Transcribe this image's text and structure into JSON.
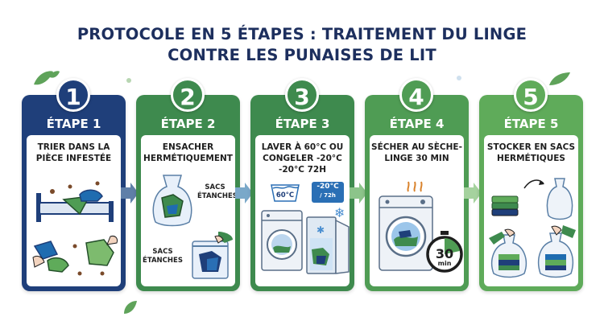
{
  "title": {
    "line1": "PROTOCOLE EN 5 ÉTAPES : TRAITEMENT DU LINGE",
    "line2": "CONTRE LES PUNAISES DE LIT"
  },
  "steps": [
    {
      "number": "1",
      "label": "ÉTAPE 1",
      "text": "TRIER DANS LA PIÈCE INFESTÉE",
      "color": "#1f3f7a"
    },
    {
      "number": "2",
      "label": "ÉTAPE 2",
      "text": "ENSACHER HERMÉTIQUEMENT",
      "color": "#3e8a4e",
      "bag_label_top": "SACS ÉTANCHES",
      "bag_label_bottom": "SACS ÉTANCHES"
    },
    {
      "number": "3",
      "label": "ÉTAPE 3",
      "text": "LAVER À 60°C OU CONGELER -20°C -20°C 72H",
      "color": "#3e8a4e",
      "wash_temp": "60°C",
      "freeze_temp": "-20°C",
      "freeze_time": "/ 72h"
    },
    {
      "number": "4",
      "label": "ÉTAPE 4",
      "text": "SÉCHER AU SÈCHE-LINGE 30 MIN",
      "color": "#4f9c54",
      "timer_value": "30",
      "timer_unit": "min"
    },
    {
      "number": "5",
      "label": "ÉTAPE 5",
      "text": "STOCKER EN SACS HERMÉTIQUES",
      "color": "#5fab5a"
    }
  ]
}
